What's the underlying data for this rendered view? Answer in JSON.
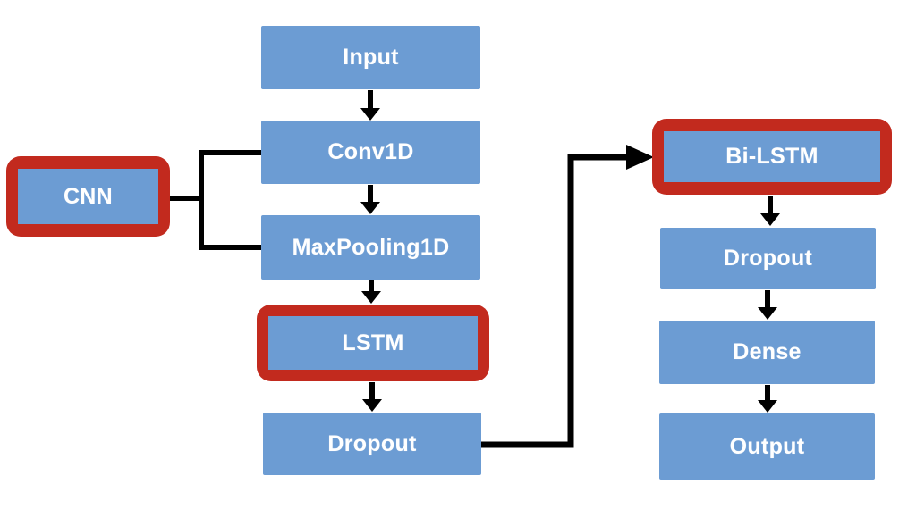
{
  "diagram": {
    "type": "flowchart",
    "description": "CNN + Bi-LSTM neural network architecture diagram",
    "colors": {
      "box_fill": "#6C9CD3",
      "highlight_border": "#C22A1E",
      "arrow": "#000000",
      "label_text": "#FFFFFF"
    },
    "nodes": {
      "cnn": {
        "label": "CNN",
        "highlighted": true
      },
      "input": {
        "label": "Input",
        "highlighted": false
      },
      "conv1d": {
        "label": "Conv1D",
        "highlighted": false
      },
      "maxpooling1d": {
        "label": "MaxPooling1D",
        "highlighted": false
      },
      "lstm": {
        "label": "LSTM",
        "highlighted": true
      },
      "dropout_mid": {
        "label": "Dropout",
        "highlighted": false
      },
      "bilstm": {
        "label": "Bi-LSTM",
        "highlighted": true
      },
      "dropout_right": {
        "label": "Dropout",
        "highlighted": false
      },
      "dense": {
        "label": "Dense",
        "highlighted": false
      },
      "output": {
        "label": "Output",
        "highlighted": false
      }
    },
    "edges": [
      {
        "from": "input",
        "to": "conv1d",
        "style": "arrow"
      },
      {
        "from": "conv1d",
        "to": "maxpooling1d",
        "style": "arrow"
      },
      {
        "from": "maxpooling1d",
        "to": "lstm",
        "style": "arrow"
      },
      {
        "from": "lstm",
        "to": "dropout_mid",
        "style": "arrow"
      },
      {
        "from": "cnn",
        "to": "conv1d",
        "style": "bracket"
      },
      {
        "from": "cnn",
        "to": "maxpooling1d",
        "style": "bracket"
      },
      {
        "from": "dropout_mid",
        "to": "bilstm",
        "style": "elbow-arrow"
      },
      {
        "from": "bilstm",
        "to": "dropout_right",
        "style": "arrow"
      },
      {
        "from": "dropout_right",
        "to": "dense",
        "style": "arrow"
      },
      {
        "from": "dense",
        "to": "output",
        "style": "arrow"
      }
    ]
  }
}
